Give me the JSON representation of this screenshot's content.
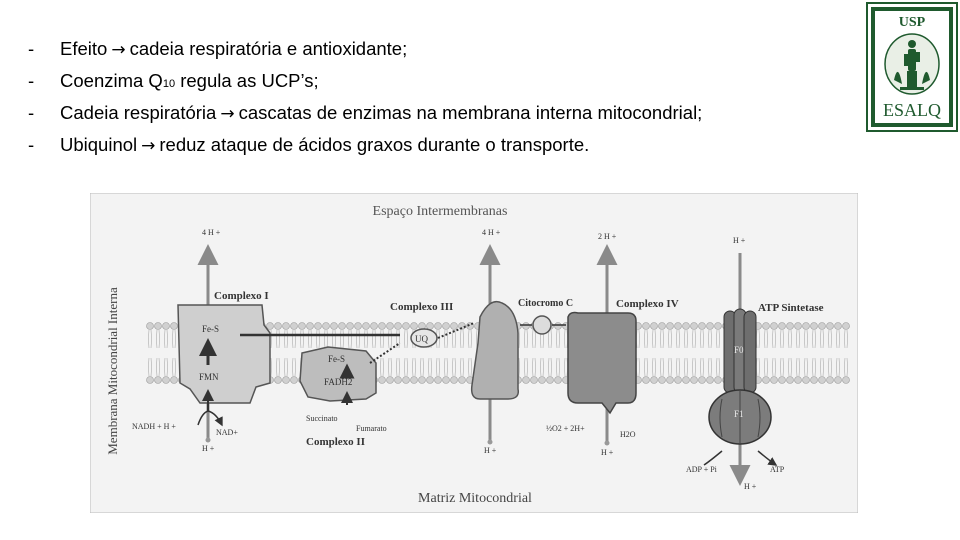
{
  "bullets": [
    {
      "dash": "-",
      "before": "Efeito",
      "arrow": "→",
      "after": "cadeia respiratória e antioxidante;"
    },
    {
      "dash": "-",
      "before": "Coenzima Q",
      "sub": "10",
      "after": " regula as UCP’s;"
    },
    {
      "dash": "-",
      "before": "Cadeia respiratória",
      "arrow": "→",
      "after": "cascatas de enzimas na membrana interna mitocondrial;"
    },
    {
      "dash": "-",
      "before": "Ubiquinol",
      "arrow": "→",
      "after": "reduz ataque de ácidos graxos durante o transporte."
    }
  ],
  "logo": {
    "top_text": "USP",
    "bottom_text": "ESALQ"
  },
  "diagram": {
    "top_label": "Espaço Intermembranas",
    "side_label": "Membrana Mitocondrial Interna",
    "bottom_label": "Matriz Mitocondrial",
    "complex1": "Complexo I",
    "complex2": "Complexo II",
    "complex3": "Complexo III",
    "cytochrome": "Citocromo C",
    "complex4": "Complexo IV",
    "atp_synthase": "ATP Sintetase",
    "fes1": "Fe-S",
    "fmn": "FMN",
    "fes2": "Fe-S",
    "fadh2": "FADH2",
    "uq": "UQ",
    "f0": "F0",
    "f1": "F1",
    "h_4a": "4 H +",
    "h_4b": "4 H +",
    "h_2": "2 H +",
    "h_top_atp": "H +",
    "nadh": "NADH + H +",
    "nad": "NAD+",
    "h_bottom1": "H +",
    "succinato": "Succinato",
    "fumarato": "Fumarato",
    "h_bottom3": "H +",
    "o2": "½O2 + 2H+",
    "h2o": "H2O",
    "h_bottom4": "H +",
    "adp": "ADP + Pi",
    "atp": "ATP",
    "h_bottom_atp": "H +"
  }
}
